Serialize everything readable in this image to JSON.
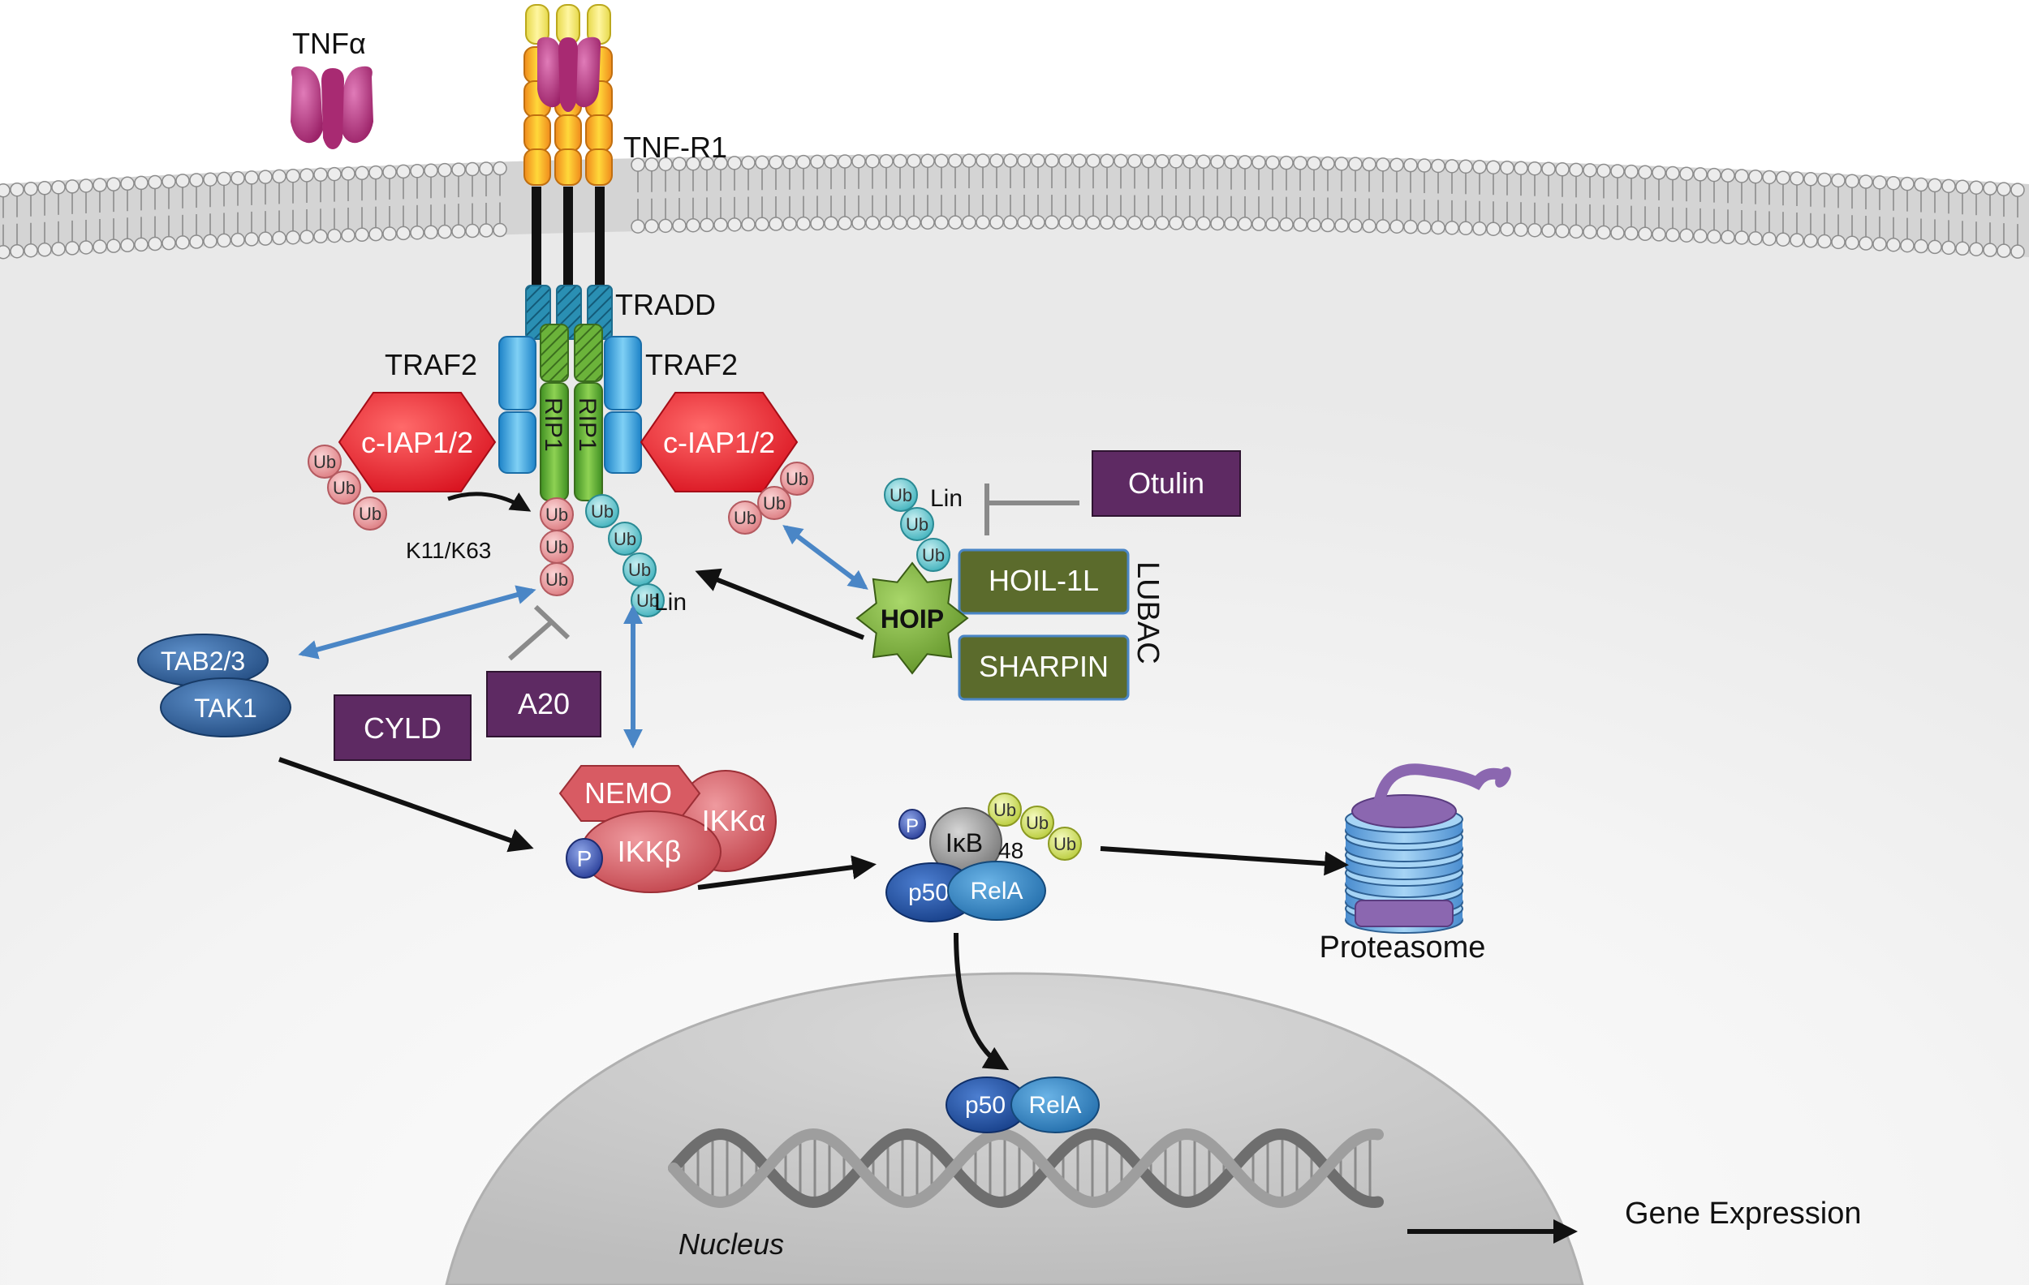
{
  "labels": {
    "tnf_alpha": "TNFα",
    "tnf_r1": "TNF-R1",
    "tradd": "TRADD",
    "traf2_left": "TRAF2",
    "traf2_right": "TRAF2",
    "ciap_left": "c-IAP1/2",
    "ciap_right": "c-IAP1/2",
    "rip1_left": "RIP1",
    "rip1_right": "RIP1",
    "ub": "Ub",
    "k11_k63": "K11/K63",
    "lin_chain": "Lin",
    "lin_lubac": "Lin",
    "otulin": "Otulin",
    "hoil": "HOIL-1L",
    "hoip": "HOIP",
    "sharpin": "SHARPIN",
    "lubac": "LUBAC",
    "tab": "TAB2/3",
    "tak1": "TAK1",
    "cyld": "CYLD",
    "a20": "A20",
    "nemo": "NEMO",
    "ikk_alpha": "IKKα",
    "ikk_beta": "IKKβ",
    "phospho": "P",
    "ikb": "IκB",
    "k48": "48",
    "p50": "p50",
    "rela": "RelA",
    "proteasome": "Proteasome",
    "nucleus": "Nucleus",
    "gene_expression": "Gene Expression"
  },
  "colors": {
    "tnf_magenta": "#b8337f",
    "receptor_yellow": "#f5c518",
    "tradd_teal": "#2a8fb3",
    "traf2_blue": "#3aa6e0",
    "rip1_green": "#5cac35",
    "ciap_red": "#e8303a",
    "ub_pink": "#e89a9e",
    "ub_teal": "#6fc9d1",
    "ub_yellow": "#d7e86a",
    "lubac_green": "#5b6b2c",
    "hoip_green": "#7aae35",
    "inhibitor_purple": "#5e2a63",
    "tak_blue": "#2e5d96",
    "ikk_red": "#d85b63",
    "p50_blue": "#1e4d9a",
    "rela_blue": "#2f86c4",
    "arrow_blue": "#4a86c6",
    "arrow_black": "#111111",
    "arrow_grey": "#8a8a8a",
    "proteasome_purple": "#8b67b0",
    "proteasome_blue": "#6aa8dc"
  },
  "icons": {
    "membrane": "lipid-bilayer",
    "proteasome": "proteasome-cylinder",
    "dna": "double-helix"
  }
}
